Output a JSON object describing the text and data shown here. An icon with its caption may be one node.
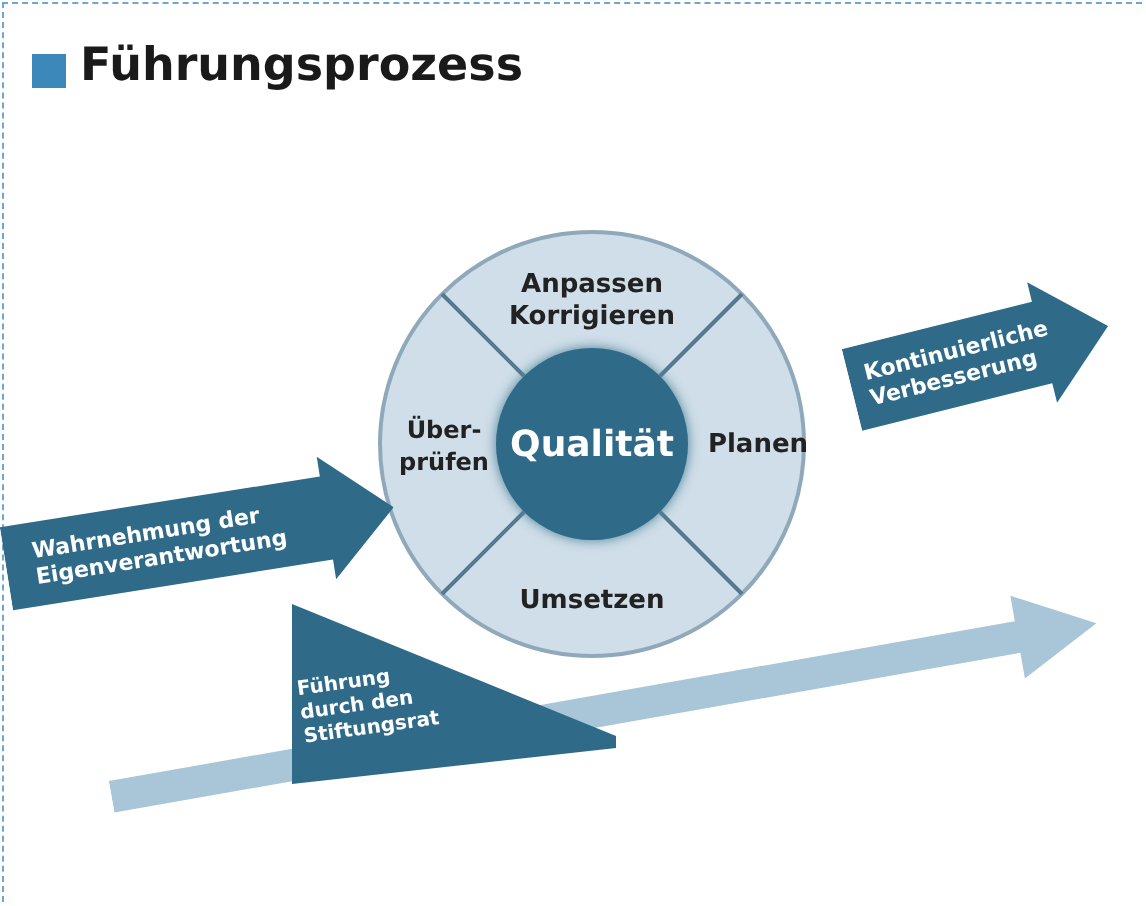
{
  "diagram": {
    "title": "Führungsprozess",
    "nodes": [
      {
        "text": [],
        "shape": "circle"
      },
      {
        "text": [
          "Anpassen Korrigieren"
        ],
        "in": 0
      },
      {
        "text": [
          "Über- prüfen"
        ],
        "in": 0
      },
      {
        "text": [
          "Qualität"
        ],
        "in": 0
      },
      {
        "text": [
          "Planen"
        ],
        "in": 0
      },
      {
        "text": [
          "Umsetzen"
        ],
        "in": 0
      },
      {
        "text": [
          "Wahrnehmung der Eigenverantwortung"
        ]
      },
      {
        "text": [
          "Kontinuierliche Verbesserung"
        ]
      },
      {
        "text": [
          "Führung durch den Stiftungsrat"
        ]
      },
      {
        "text": [],
        "shape": "arrow"
      }
    ],
    "edges": []
  }
}
